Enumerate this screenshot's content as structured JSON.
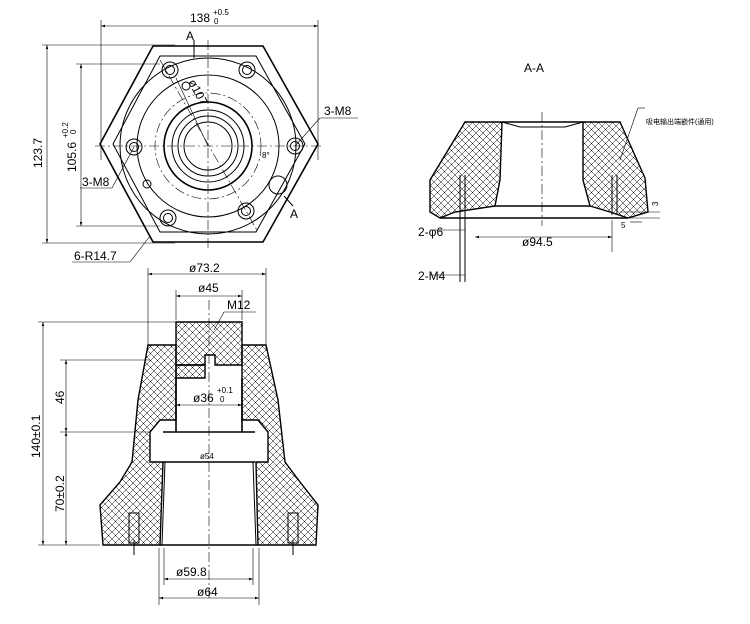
{
  "top_view": {
    "width_dim": "138",
    "width_tol_upper": "+0.5",
    "width_tol_lower": "0",
    "section_mark_top": "A",
    "section_mark_bottom": "A",
    "height_dim": "123.7",
    "inner_height_dim": "105.6",
    "inner_height_tol_upper": "+0.2",
    "inner_height_tol_lower": "0",
    "hole_circle_dia": "ø107",
    "angle_note": "8°",
    "thread_right": "3-M8",
    "thread_left": "3-M8",
    "corner_radius": "6-R14.7"
  },
  "section_title": "A-A",
  "section_view": {
    "note": "吸电输出端嵌件(通用)",
    "dim_3": "3",
    "dim_5": "5",
    "pin_hole": "2-φ6",
    "outer_dia": "ø94.5",
    "thread": "2-M4"
  },
  "front_view": {
    "dia_73": "ø73.2",
    "dia_45": "ø45",
    "thread_top": "M12",
    "dia_36": "ø36",
    "dia_36_tol_upper": "+0.1",
    "dia_36_tol_lower": "0",
    "dia_54": "ø54",
    "dia_59": "ø59.8",
    "dia_64": "ø64",
    "height_46": "46",
    "height_total": "140±0.1",
    "height_70": "70±0.2"
  }
}
